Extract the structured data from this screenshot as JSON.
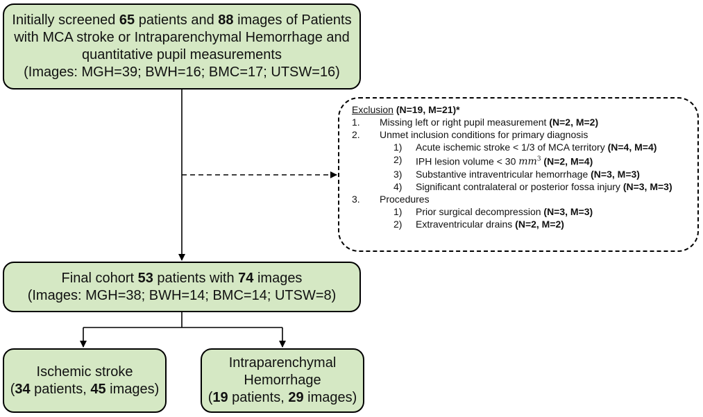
{
  "screened": {
    "l1_pre": "Initially screened ",
    "l1_patients": "65",
    "l1_mid": " patients and ",
    "l1_images": "88",
    "l1_post": " images of Patients",
    "l2": "with MCA stroke or Intraparenchymal Hemorrhage and",
    "l3": "quantitative pupil measurements",
    "l4": "(Images: MGH=39; BWH=16; BMC=17; UTSW=16)"
  },
  "exclusion": {
    "title": "Exclusion",
    "title_counts": "(N=19, M=21)*",
    "items": [
      {
        "num": "1.",
        "text": "Missing left or right pupil measurement ",
        "counts": "(N=2, M=2)"
      },
      {
        "num": "2.",
        "text": "Unmet inclusion conditions for primary diagnosis",
        "counts": ""
      },
      {
        "num": "3.",
        "text": "Procedures",
        "counts": ""
      }
    ],
    "sub2": [
      {
        "num": "1)",
        "text": "Acute ischemic stroke < 1/3 of MCA territory ",
        "counts": "(N=4, M=4)"
      },
      {
        "num": "2)",
        "text": "IPH lesion volume < 30 ",
        "unit": "mm",
        "exp": "3",
        "counts": " (N=2, M=4)"
      },
      {
        "num": "3)",
        "text": "Substantive intraventricular hemorrhage ",
        "counts": "(N=3, M=3)"
      },
      {
        "num": "4)",
        "text": "Significant contralateral or posterior fossa injury ",
        "counts": "(N=3, M=3)"
      }
    ],
    "sub3": [
      {
        "num": "1)",
        "text": "Prior surgical decompression ",
        "counts": "(N=3, M=3)"
      },
      {
        "num": "2)",
        "text": "Extraventricular drains ",
        "counts": "(N=2, M=2)"
      }
    ]
  },
  "final": {
    "l1_pre": "Final cohort ",
    "l1_patients": "53",
    "l1_mid": " patients with ",
    "l1_images": "74",
    "l1_post": " images",
    "l2": "(Images: MGH=38; BWH=14; BMC=14; UTSW=8)"
  },
  "ischemic": {
    "title": "Ischemic stroke",
    "open": "(",
    "patients": "34",
    "mid": " patients, ",
    "images": "45",
    "close": " images)"
  },
  "iph": {
    "title1": "Intraparenchymal",
    "title2": "Hemorrhage",
    "open": "(",
    "patients": "19",
    "mid": " patients, ",
    "images": "29",
    "close": " images)"
  },
  "colors": {
    "box_fill": "#d5e8c4",
    "border": "#000000"
  }
}
